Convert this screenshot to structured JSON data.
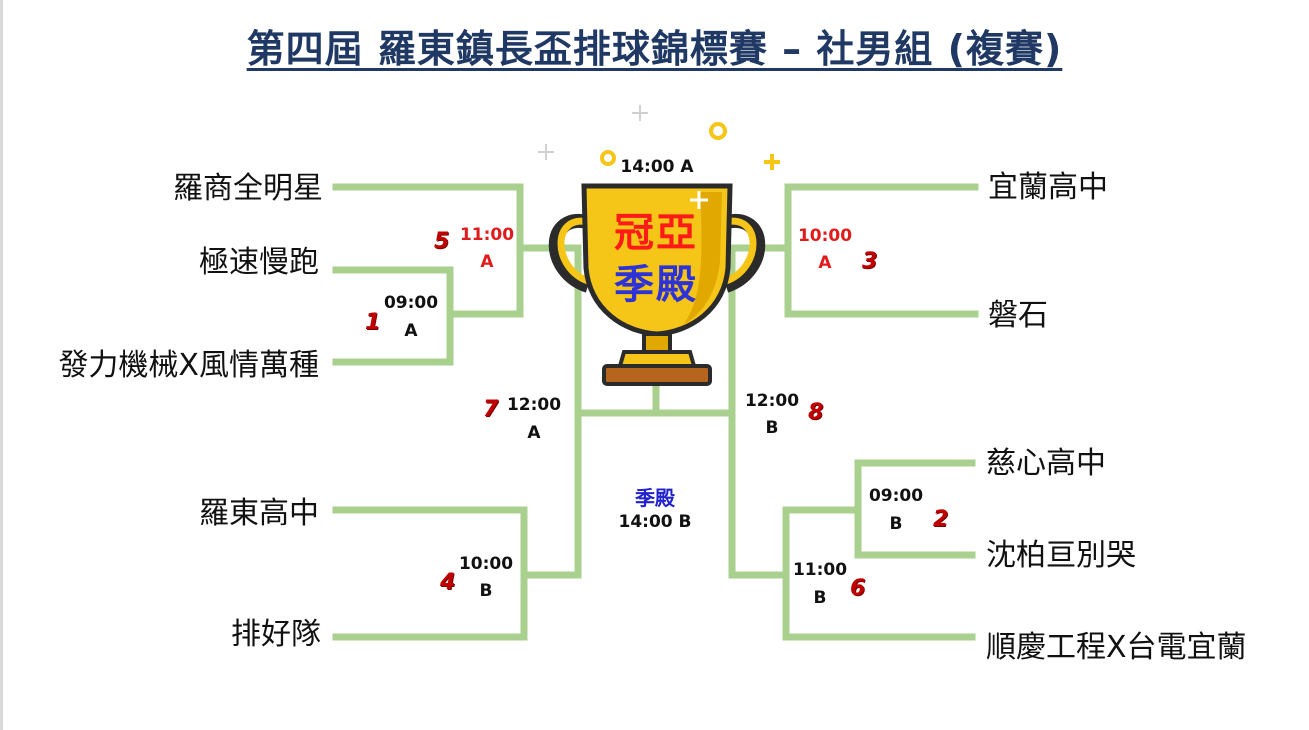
{
  "title": "第四屆 羅東鎮長盃排球錦標賽 – 社男組 (複賽)",
  "teams_left": [
    "羅商全明星",
    "極速慢跑",
    "發力機械X風情萬種",
    "羅東高中",
    "排好隊"
  ],
  "teams_right": [
    "宜蘭高中",
    "磐石",
    "慈心高中",
    "沈柏亘別哭",
    "順慶工程X台電宜蘭"
  ],
  "matches": {
    "m1": {
      "num": "1",
      "time": "09:00",
      "court": "A"
    },
    "m2": {
      "num": "2",
      "time": "09:00",
      "court": "B"
    },
    "m3": {
      "num": "3",
      "time": "10:00",
      "court": "A"
    },
    "m4": {
      "num": "4",
      "time": "10:00",
      "court": "B"
    },
    "m5": {
      "num": "5",
      "time": "11:00",
      "court": "A"
    },
    "m6": {
      "num": "6",
      "time": "11:00",
      "court": "B"
    },
    "m7": {
      "num": "7",
      "time": "12:00",
      "court": "A"
    },
    "m8": {
      "num": "8",
      "time": "12:00",
      "court": "B"
    }
  },
  "final": {
    "time": "14:00 A",
    "label_1": "冠亞",
    "label_2": "季殿"
  },
  "bronze": {
    "label": "季殿",
    "time": "14:00 B"
  },
  "colors": {
    "line": "#a9d08e",
    "title": "#1f3864",
    "number": "#c00000",
    "red_time": "#e01b1b",
    "trophy_gold": "#f5c518",
    "blue": "#2d33d6"
  }
}
